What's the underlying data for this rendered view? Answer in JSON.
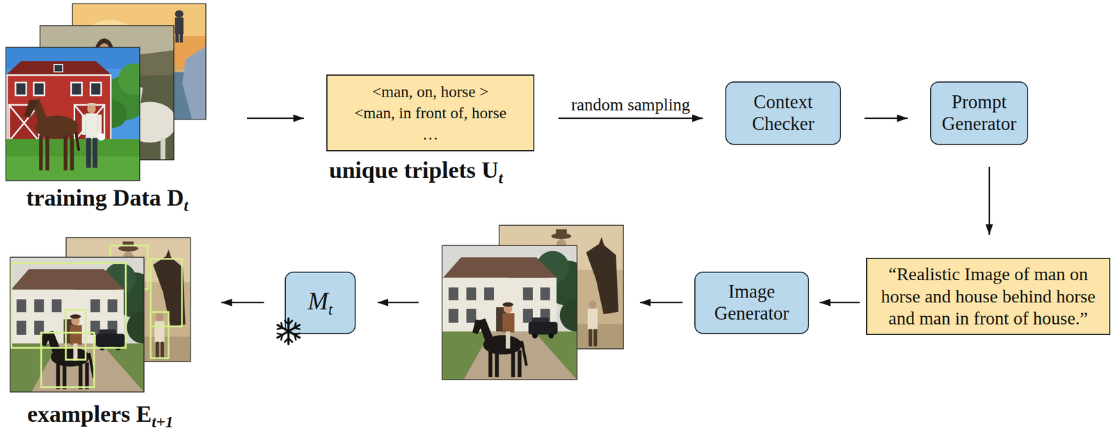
{
  "diagram": {
    "nodes": [
      {
        "text": [
          "training Data D",
          "t"
        ]
      },
      {
        "text": [
          "<man, on, horse >",
          "<man, in front of, horse",
          "…",
          "unique triplets U",
          "t"
        ]
      },
      {
        "text": [
          "Context Checker"
        ]
      },
      {
        "text": [
          "Prompt Generator"
        ]
      },
      {
        "text": [
          "“Realistic Image of man on horse and house behind horse and man in front of house.”"
        ]
      },
      {
        "text": [
          "Image Generator"
        ]
      },
      {
        "text": [
          "M",
          "t"
        ]
      },
      {
        "text": [
          "examplers E",
          "t+1"
        ]
      }
    ],
    "edges": [
      {
        "from": 0,
        "to": 1,
        "arrow": "to"
      },
      {
        "from": 1,
        "to": 2,
        "label": "random sampling",
        "arrow": "to"
      },
      {
        "from": 2,
        "to": 3,
        "arrow": "to"
      },
      {
        "from": 3,
        "to": 4,
        "arrow": "to"
      },
      {
        "from": 4,
        "to": 5,
        "arrow": "to"
      },
      {
        "from": 6,
        "to": 7,
        "arrow": "to"
      }
    ]
  }
}
